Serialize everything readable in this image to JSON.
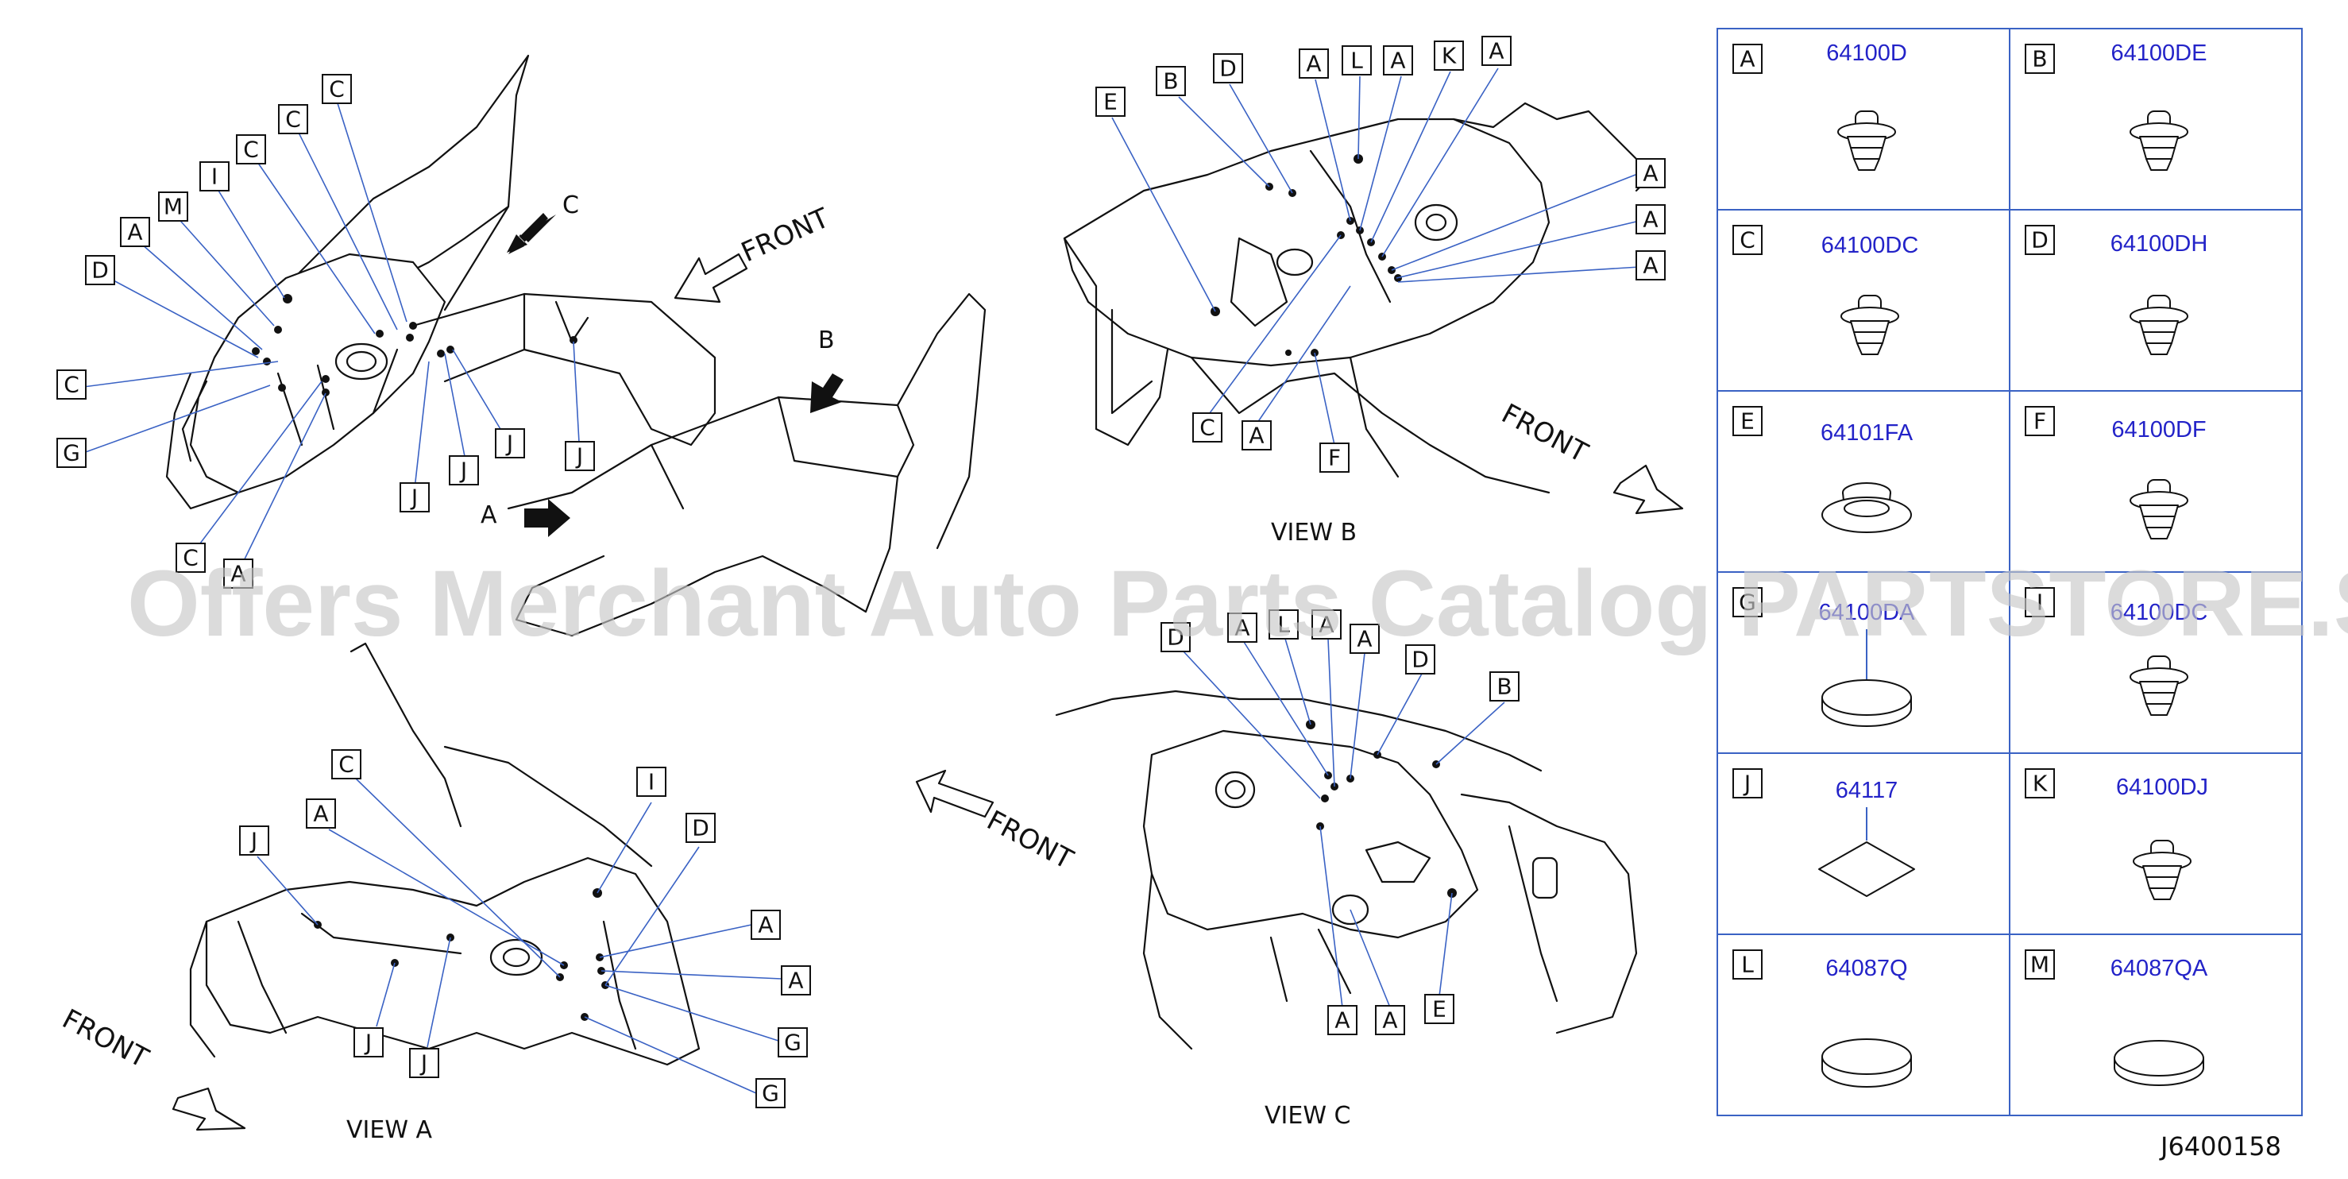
{
  "view_labels": {
    "view_a": "VIEW    A",
    "view_b": "VIEW    B",
    "view_c": "VIEW    C"
  },
  "front_label": "FRONT",
  "direction_arrows": [
    "A",
    "B",
    "C"
  ],
  "callouts": {
    "main": [
      "C",
      "C",
      "C",
      "I",
      "M",
      "A",
      "D",
      "C",
      "G",
      "C",
      "A",
      "J",
      "J",
      "J",
      "J"
    ],
    "view_b": [
      "E",
      "B",
      "D",
      "A",
      "L",
      "A",
      "K",
      "A",
      "A",
      "A",
      "A",
      "C",
      "A",
      "F"
    ],
    "view_c": [
      "D",
      "A",
      "L",
      "A",
      "A",
      "D",
      "B",
      "A",
      "A",
      "E"
    ],
    "view_a": [
      "C",
      "I",
      "J",
      "A",
      "D",
      "A",
      "A",
      "G",
      "G",
      "J",
      "J"
    ]
  },
  "parts": [
    {
      "letter": "A",
      "number": "64100D",
      "shape": "push-clip"
    },
    {
      "letter": "B",
      "number": "64100DE",
      "shape": "push-clip"
    },
    {
      "letter": "C",
      "number": "64100DC",
      "shape": "push-clip"
    },
    {
      "letter": "D",
      "number": "64100DH",
      "shape": "push-clip"
    },
    {
      "letter": "E",
      "number": "64101FA",
      "shape": "grommet"
    },
    {
      "letter": "F",
      "number": "64100DF",
      "shape": "push-clip"
    },
    {
      "letter": "G",
      "number": "64100DA",
      "shape": "flat-plug"
    },
    {
      "letter": "I",
      "number": "64100DC",
      "shape": "push-clip"
    },
    {
      "letter": "J",
      "number": "64117",
      "shape": "diamond-pad"
    },
    {
      "letter": "K",
      "number": "64100DJ",
      "shape": "push-clip"
    },
    {
      "letter": "L",
      "number": "64087Q",
      "shape": "flat-plug"
    },
    {
      "letter": "M",
      "number": "64087QA",
      "shape": "flat-plug"
    }
  ],
  "watermark": "Offers Merchant Auto Parts Catalog PARTSTORE.SA",
  "diagram_id": "J6400158"
}
